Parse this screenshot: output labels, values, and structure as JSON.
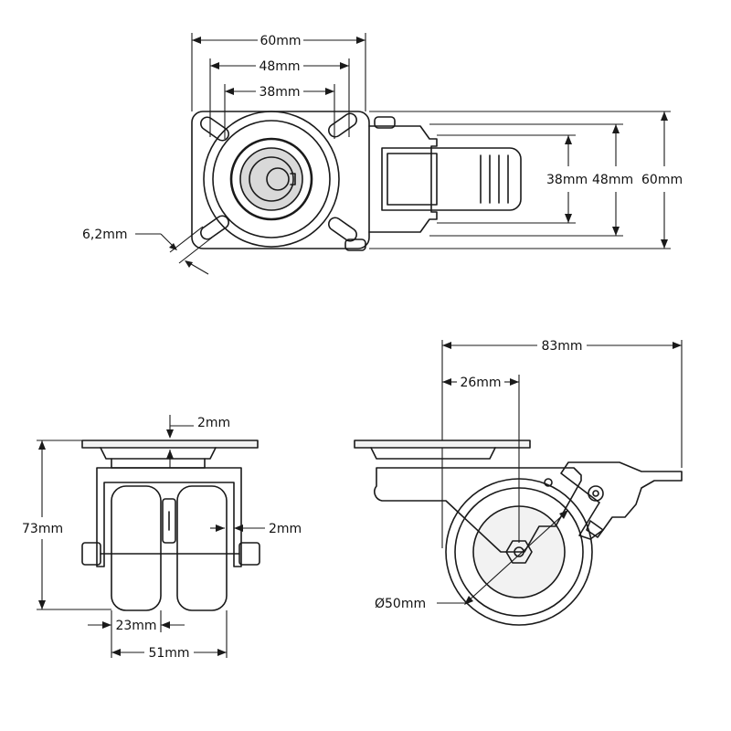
{
  "top_view": {
    "width_60": "60mm",
    "width_48": "48mm",
    "width_38": "38mm",
    "slot": "6,2mm",
    "height_38": "38mm",
    "height_48": "48mm",
    "height_60": "60mm"
  },
  "front_view": {
    "plate_gap": "2mm",
    "height_73": "73mm",
    "wheel_gap": "2mm",
    "wheel_width": "23mm",
    "overall_width": "51mm"
  },
  "side_view": {
    "length_83": "83mm",
    "offset_26": "26mm",
    "diameter": "Ø50mm"
  }
}
